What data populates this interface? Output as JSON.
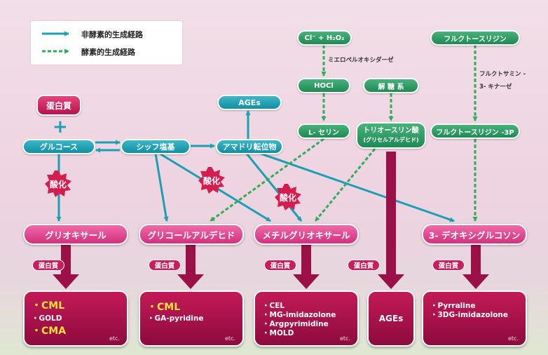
{
  "legend": {
    "non_enzymatic": "非酵素的生成経路",
    "enzymatic": "酵素的生成経路",
    "non_enzymatic_color": "#1aa0b4",
    "enzymatic_color": "#2fae5a"
  },
  "nodes": {
    "protein": "蛋白質",
    "glucose": "グルコース",
    "schiff_base": "シッフ塩基",
    "amadori": "アマドリ転位物",
    "ages_top": "AGEs",
    "cl_h2o2": "Cl⁻ + H₂O₂",
    "hocl": "HOCl",
    "l_serine": "L- セリン",
    "glycolysis": "解 糖 系",
    "triose_line1": "トリオースリン酸",
    "triose_line2": "(グリセルアルデヒド)",
    "fructoselysine": "フルクトースリジン",
    "fructoselysine_3p": "フルクトースリジン -3P"
  },
  "enzymes": {
    "myeloperoxidase": "ミエロペルオキシダーゼ",
    "fructosamine_line1": "フルクトサミン -",
    "fructosamine_line2": "3- キナーゼ"
  },
  "oxidation": "酸化",
  "intermediates": {
    "glyoxal": "グリオキサール",
    "glycolaldehyde": "グリコールアルデヒド",
    "methylglyoxal": "メチルグリオキサール",
    "deoxyglucosone": "3- デオキシグルコソン"
  },
  "protein_small": "蛋白質",
  "results": {
    "glyoxal": [
      "・CML",
      "・GOLD",
      "・CMA"
    ],
    "glycolaldehyde": [
      "・CML",
      "・GA-pyridine"
    ],
    "methylglyoxal": [
      "・CEL",
      "・MG-imidazolone",
      "・Argpyrimidine",
      "・MOLD"
    ],
    "ages": "AGEs",
    "deoxyglucosone": [
      "・Pyrraline",
      "・3DG-imidazolone"
    ],
    "etc": "etc."
  },
  "colors": {
    "teal": "#1aa0b4",
    "green_dash": "#2fae5a",
    "maroon_arrow": "#9c1048"
  }
}
